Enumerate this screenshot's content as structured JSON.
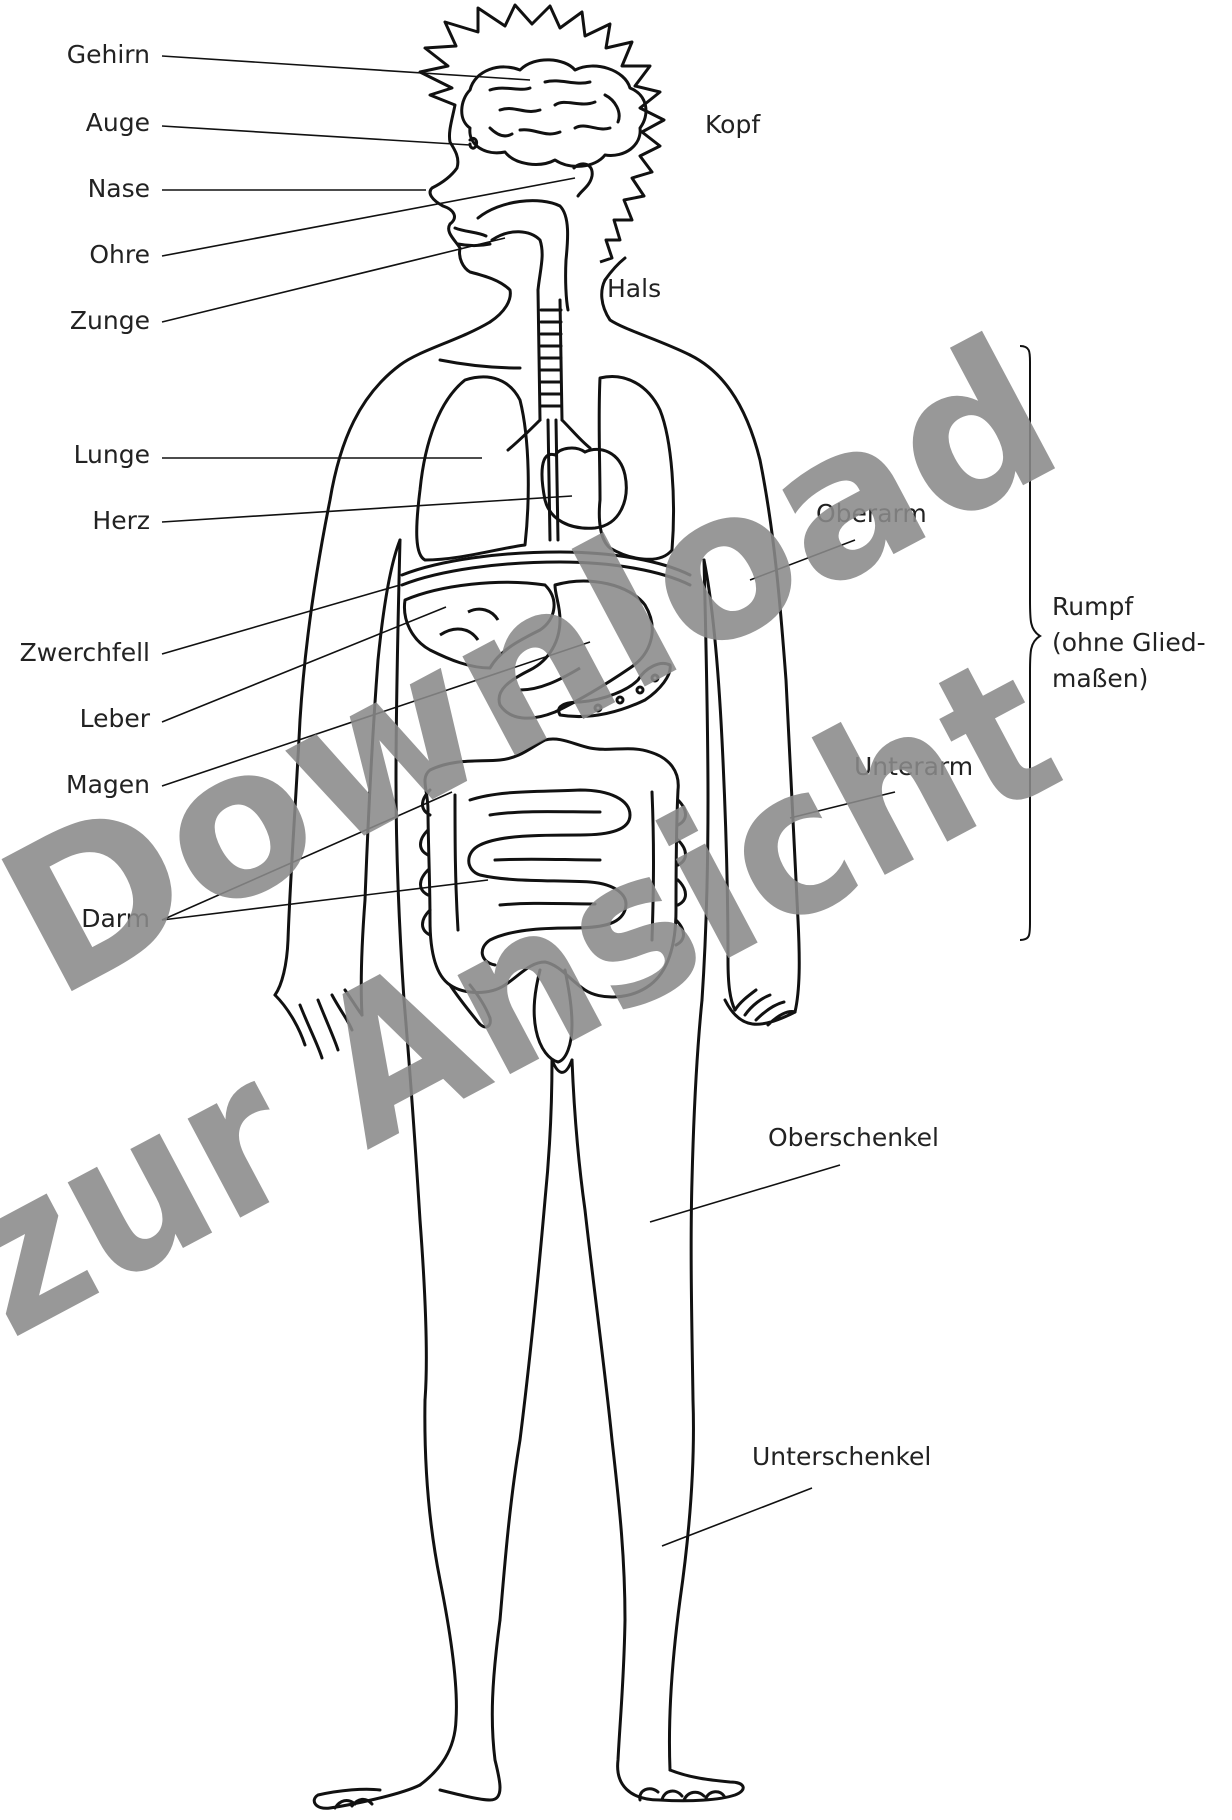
{
  "labels": {
    "gehirn": "Gehirn",
    "auge": "Auge",
    "nase": "Nase",
    "ohre": "Ohre",
    "zunge": "Zunge",
    "lunge": "Lunge",
    "herz": "Herz",
    "zwerchfell": "Zwerchfell",
    "leber": "Leber",
    "magen": "Magen",
    "darm": "Darm",
    "kopf": "Kopf",
    "hals": "Hals",
    "oberarm": "Oberarm",
    "unterarm": "Unterarm",
    "rumpf_1": "Rumpf",
    "rumpf_2": "(ohne Glied-",
    "rumpf_3": "maßen)",
    "oberschenkel": "Oberschenkel",
    "unterschenkel": "Unterschenkel"
  },
  "watermark": {
    "line1": "Download",
    "line2": "zur Ansicht",
    "color": "#8a8a8a"
  },
  "colors": {
    "background": "#ffffff",
    "ink": "#111111",
    "text": "#222222"
  }
}
